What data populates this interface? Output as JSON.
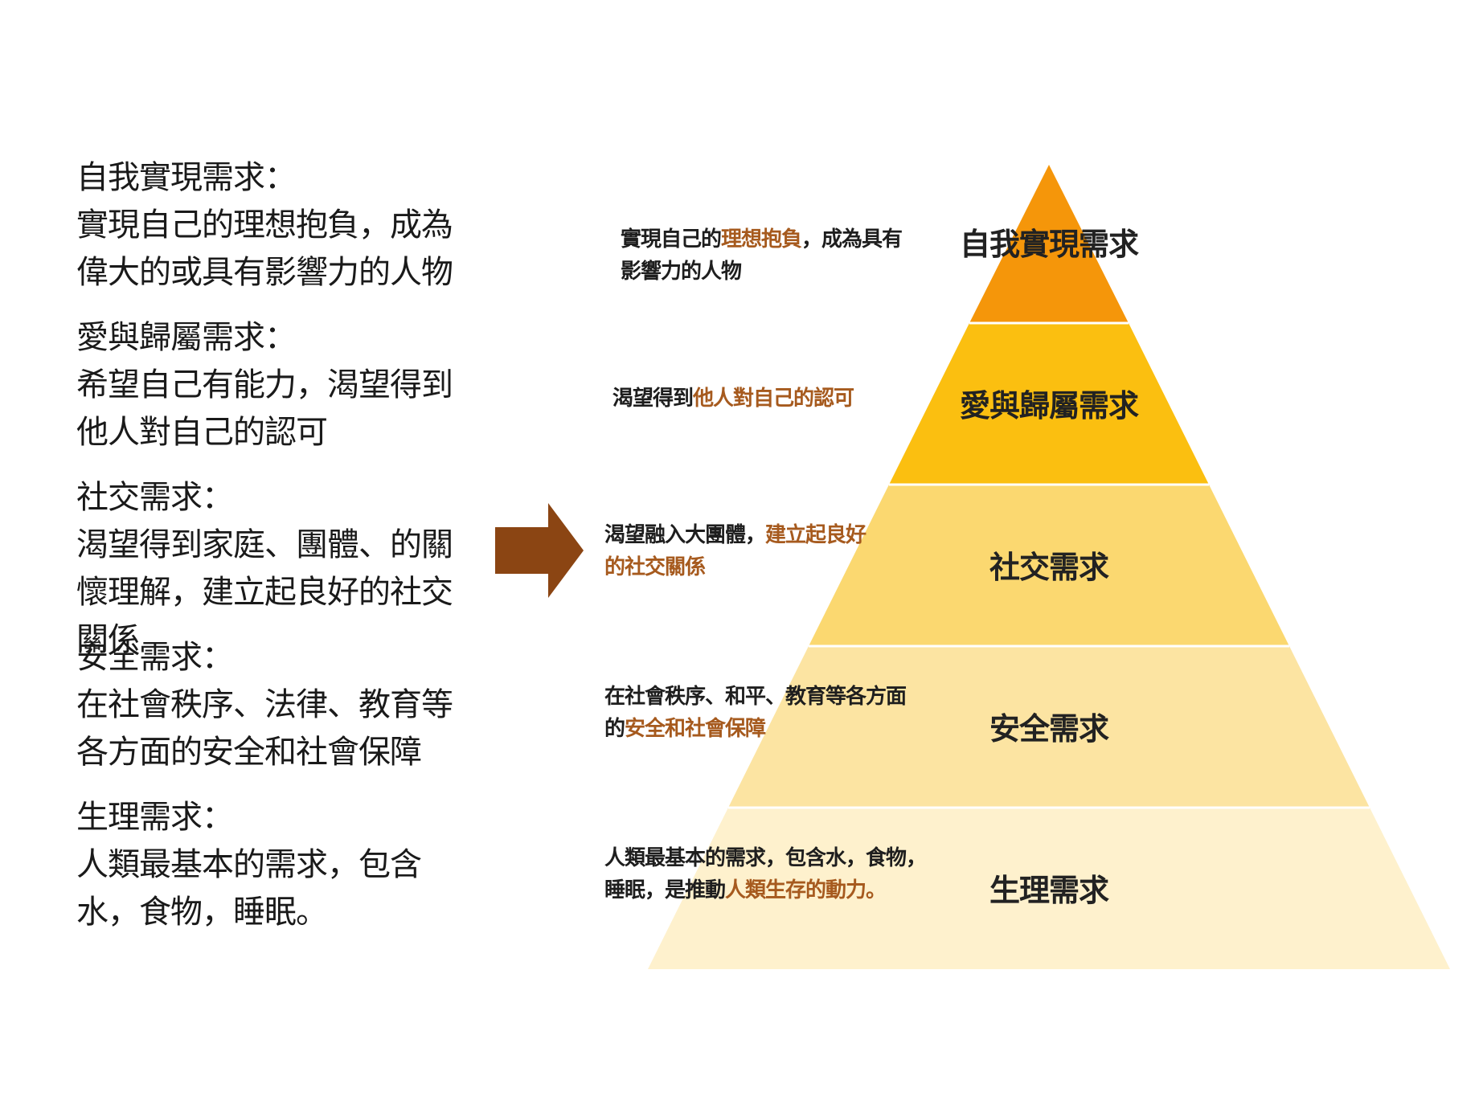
{
  "left_descriptions": [
    {
      "title": "自我實現需求：",
      "body": "實現自己的理想抱負，成為偉大的或具有影響力的人物"
    },
    {
      "title": "愛與歸屬需求：",
      "body": "希望自己有能力，渴望得到他人對自己的認可"
    },
    {
      "title": "社交需求：",
      "body": "渴望得到家庭、團體、的關懷理解，建立起良好的社交關係"
    },
    {
      "title": "安全需求：",
      "body": "在社會秩序、法律、教育等各方面的安全和社會保障"
    },
    {
      "title": "生理需求：",
      "body": "人類最基本的需求，包含水，食物，睡眠。"
    }
  ],
  "pyramid": {
    "levels": [
      {
        "label": "自我實現需求",
        "color": "#F5960A"
      },
      {
        "label": "愛與歸屬需求",
        "color": "#FBBF10"
      },
      {
        "label": "社交需求",
        "color": "#FBD870"
      },
      {
        "label": "安全需求",
        "color": "#FCE4A2"
      },
      {
        "label": "生理需求",
        "color": "#FEF1CD"
      }
    ],
    "notes": [
      {
        "line1_pre": "實現自己的",
        "line1_hl": "理想抱負",
        "line1_post": "，成為具有",
        "line2_pre": "影響力的人物",
        "line2_hl": ""
      },
      {
        "line1_pre": "渴望得到",
        "line1_hl": "他人對自己的認可",
        "line1_post": "",
        "line2_pre": "",
        "line2_hl": ""
      },
      {
        "line1_pre": "渴望融入大團體，",
        "line1_hl": "建立起良好",
        "line1_post": "",
        "line2_pre": "",
        "line2_hl": "的社交關係"
      },
      {
        "line1_pre": "在社會秩序、和平、教育等各方面",
        "line1_hl": "",
        "line1_post": "",
        "line2_pre": "的",
        "line2_hl": "安全和社會保障"
      },
      {
        "line1_pre": "人類最基本的需求，包含水，食物，",
        "line1_hl": "",
        "line1_post": "",
        "line2_pre": "睡眠，是推動",
        "line2_hl": "人類生存的動力。"
      }
    ],
    "highlight_color": "#A65A1E"
  },
  "arrow": {
    "color": "#8B4513",
    "icon": "right-arrow-icon"
  }
}
